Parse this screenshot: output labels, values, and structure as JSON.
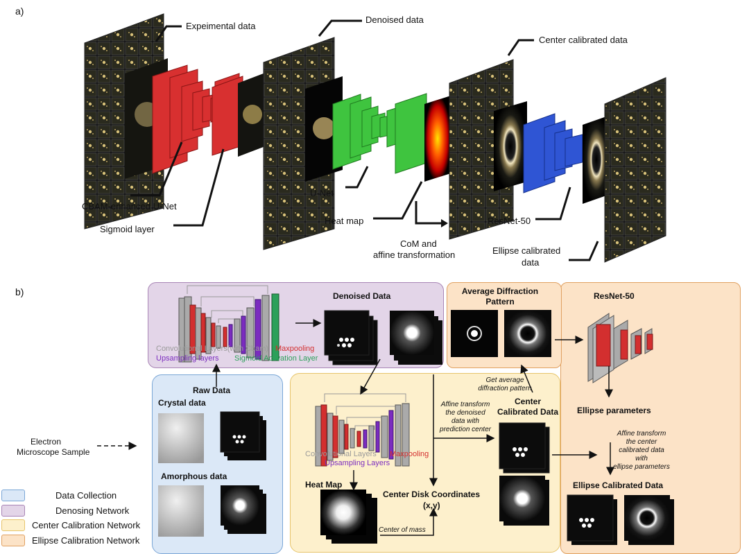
{
  "panel_a": {
    "tag": "a)",
    "labels": {
      "experimental": "Expeimental data",
      "denoised": "Denoised data",
      "center_calibrated": "Center calibrated data",
      "cbam_unet": "CBAM-enhanced U-Net",
      "sigmoid": "Sigmoid layer",
      "unet": "U-Net",
      "heat_map": "Heat map",
      "com_1": "CoM and",
      "com_2": "affine transformation",
      "resnet": "ResNet-50",
      "ellipse_1": "Ellipse calibrated",
      "ellipse_2": "data"
    }
  },
  "panel_b": {
    "tag": "b)",
    "denoising": {
      "title": "Denoised Data",
      "conv_label": "Convolutional Layers(with Cbam)",
      "maxpool_label": "Maxpooling",
      "upsampling_label": "Upsampling layers",
      "sigmoid_label": "Sigmoid Activation Layer"
    },
    "collection": {
      "raw": "Raw Data",
      "crystal": "Crystal data",
      "amorphous": "Amorphous data",
      "source_1": "Electron",
      "source_2": "Microscope Sample"
    },
    "center": {
      "conv_label": "Convolutional Layers",
      "maxpool_label": "Maxpooling",
      "upsampling_label": "Upsampling Layers",
      "heat_map": "Heat Map",
      "disk_coords": "Center Disk Coordinates",
      "xy": "(x,y)",
      "center_of_mass": "Center of mass",
      "affine_1": "Affine transform",
      "affine_2": "the denoised",
      "affine_3": "data with",
      "affine_4": "prediction center",
      "calibrated_1": "Center",
      "calibrated_2": "Calibrated Data",
      "avg_1": "Get average",
      "avg_2": "diffraction pattern"
    },
    "ellipse": {
      "avg_title_1": "Average Diffraction",
      "avg_title_2": "Pattern",
      "resnet": "ResNet-50",
      "params": "Ellipse parameters",
      "affine_1": "Affine transform",
      "affine_2": "the center",
      "affine_3": "calibrated data",
      "affine_4": "with",
      "affine_5": "ellipse parameters",
      "result": "Ellipse Calibrated Data"
    },
    "legend": [
      {
        "label": "Data Collection",
        "color": "#dbe8f7",
        "border": "#7aa6d6"
      },
      {
        "label": "Denosing Network",
        "color": "#e3d5e8",
        "border": "#a884b5"
      },
      {
        "label": "Center Calibration Network",
        "color": "#fdf0cc",
        "border": "#e6c46a"
      },
      {
        "label": "Ellipse Calibration Network",
        "color": "#fce3c7",
        "border": "#e0a060"
      }
    ]
  },
  "colors": {
    "red": "#d32f2f",
    "green": "#3ec43e",
    "blue": "#2f55d4",
    "purple": "#7b2cbf",
    "grey": "#9a9a9a",
    "sigmoid_green": "#2ca05a"
  }
}
